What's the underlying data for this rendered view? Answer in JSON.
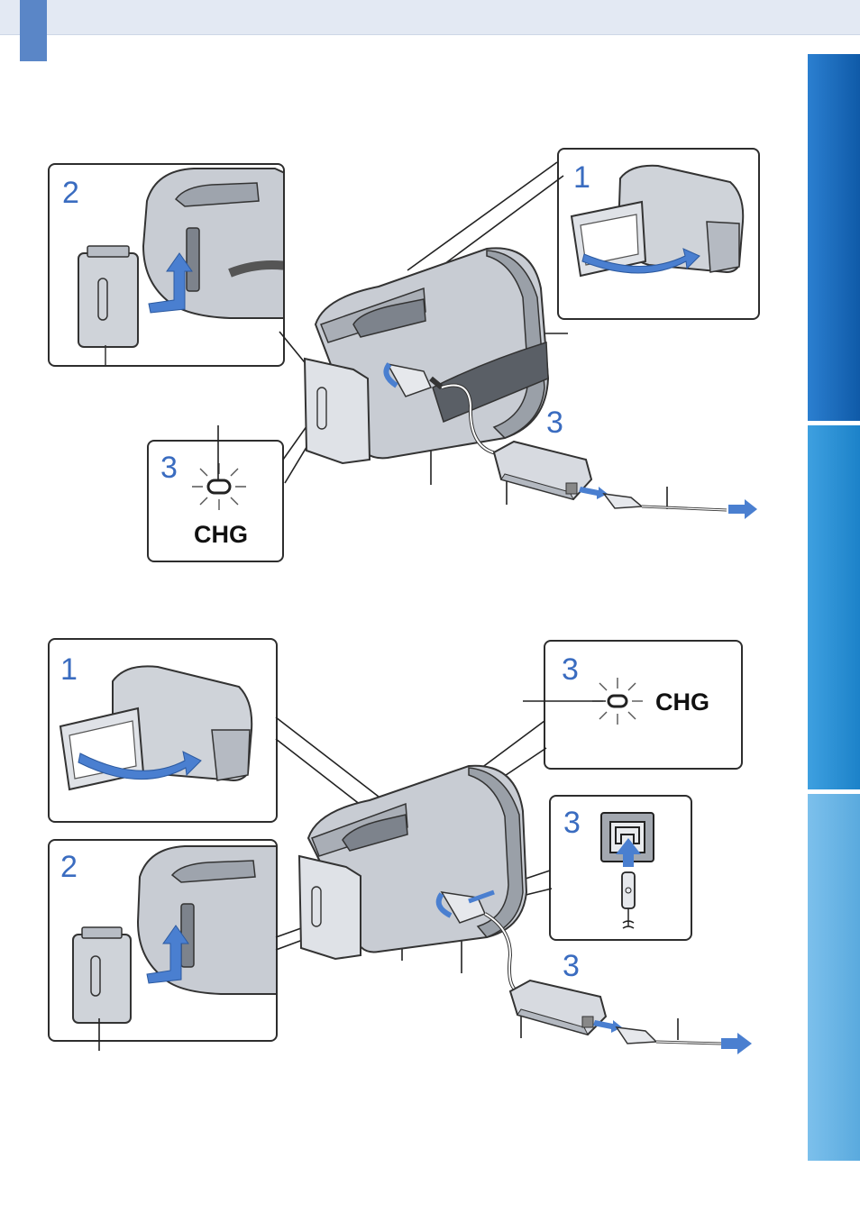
{
  "step_numbers": {
    "top_open_lcd": "1",
    "top_attach_battery": "2",
    "top_chg_lamp": "3",
    "top_adapter": "3",
    "bottom_open_lcd": "1",
    "bottom_attach_battery": "2",
    "bottom_chg_lamp": "3",
    "bottom_dc_in": "3",
    "bottom_adapter": "3"
  },
  "labels": {
    "top_chg": "CHG",
    "bottom_chg": "CHG"
  },
  "colors": {
    "accent_blue": "#3a6cc0",
    "arrow_blue": "#4a7fd0",
    "tab_dark": "#0f5aa8",
    "tab_mid": "#1c82c9",
    "tab_light": "#5aaade"
  },
  "icons": [
    "camcorder-illustration",
    "battery-pack-illustration",
    "ac-adapter-illustration",
    "power-cord-illustration",
    "chg-lamp-icon",
    "dc-in-jack-icon",
    "direction-arrow-icon"
  ]
}
